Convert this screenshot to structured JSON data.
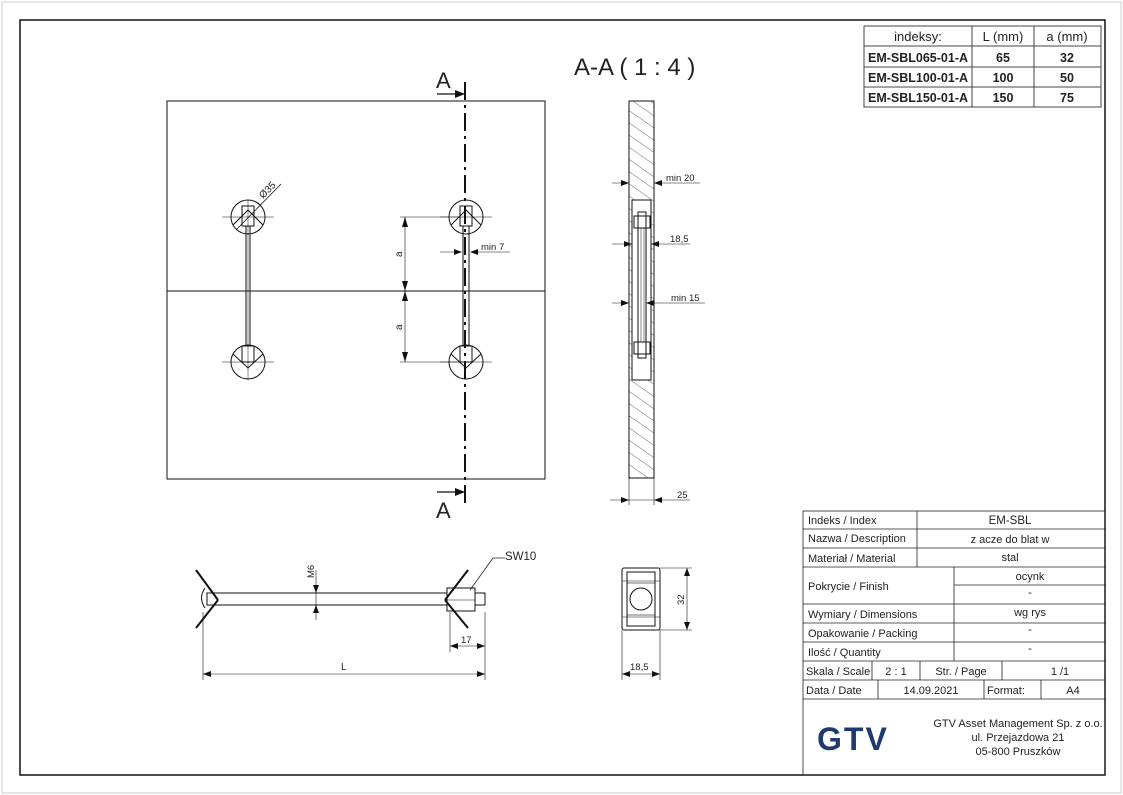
{
  "index_table": {
    "headers": [
      "indeksy:",
      "L (mm)",
      "a (mm)"
    ],
    "rows": [
      [
        "EM-SBL065-01-A",
        "65",
        "32"
      ],
      [
        "EM-SBL100-01-A",
        "100",
        "50"
      ],
      [
        "EM-SBL150-01-A",
        "150",
        "75"
      ]
    ]
  },
  "drawing": {
    "section_title": "A-A ( 1 : 4 )",
    "section_marker_top": "A",
    "section_marker_bottom": "A",
    "dim_diameter": "Ø35",
    "dim_a_top": "a",
    "dim_a_bottom": "a",
    "dim_min7": "min 7",
    "dim_min20": "min 20",
    "dim_18_5_section": "18,5",
    "dim_min15": "min 15",
    "dim_25": "25",
    "dim_sw10": "SW10",
    "dim_m6": "M6",
    "dim_17": "17",
    "dim_L": "L",
    "dim_32": "32",
    "dim_18_5_nut": "18,5"
  },
  "title_block": {
    "index_label": "Indeks / Index",
    "index_value": "EM-SBL",
    "desc_label": "Nazwa / Description",
    "desc_value": "z acze do blat  w",
    "material_label": "Materiał / Material",
    "material_value": "stal",
    "finish_label": "Pokrycie / Finish",
    "finish_value_1": "ocynk",
    "finish_value_2": "-",
    "dimensions_label": "Wymiary / Dimensions",
    "dimensions_value": "wg rys",
    "packing_label": "Opakowanie / Packing",
    "packing_value": "-",
    "quantity_label": "Ilość / Quantity",
    "quantity_value": "-",
    "scale_label": "Skala / Scale",
    "scale_value": "2 : 1",
    "page_label": "Str. / Page",
    "page_value": "1 /1",
    "date_label": "Data / Date",
    "date_value": "14.09.2021",
    "format_label": "Format:",
    "format_value": "A4",
    "logo": "GTV",
    "company_line1": "GTV Asset Management Sp. z o.o.",
    "company_line2": "ul. Przejazdowa 21",
    "company_line3": "05-800 Pruszków",
    "logo_color": "#1f3a6d"
  }
}
